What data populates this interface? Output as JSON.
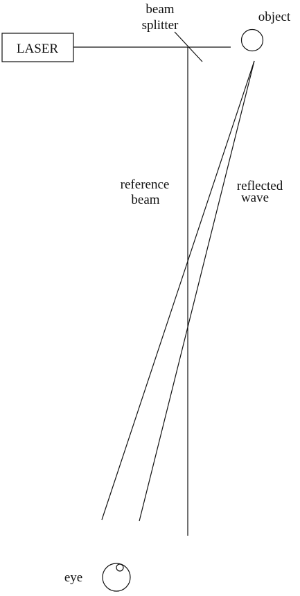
{
  "labels": {
    "laser": "LASER",
    "beam_splitter": [
      "beam",
      "splitter"
    ],
    "object": "object",
    "reference_beam": [
      "reference",
      "beam"
    ],
    "reflected_wave": [
      "reflected",
      "wave"
    ],
    "eye": "eye"
  },
  "components": {
    "laser": "laser-source",
    "beam_splitter": "beam-splitter",
    "object": "object",
    "eye": "eye"
  },
  "colors": {
    "stroke": "#111111",
    "background": "#ffffff"
  }
}
